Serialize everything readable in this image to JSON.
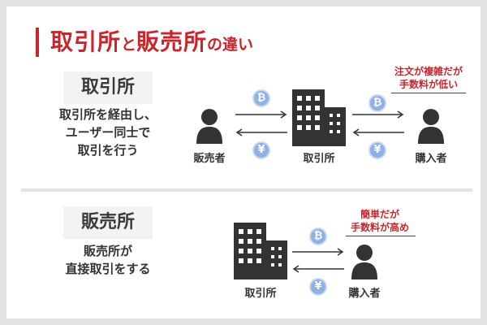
{
  "title": {
    "part1": "取引所",
    "part2": "と",
    "part3": "販売所",
    "part4": "の違い"
  },
  "exchange": {
    "label": "取引所",
    "desc": [
      "取引所を経由し、",
      "ユーザー同士で",
      "取引を行う"
    ],
    "seller_caption": "販売者",
    "exchange_caption": "取引所",
    "buyer_caption": "購入者",
    "note": [
      "注文が複雑だが",
      "手数料が低い"
    ]
  },
  "dealer": {
    "label": "販売所",
    "desc": [
      "販売所が",
      "直接取引をする"
    ],
    "dealer_caption": "取引所",
    "buyer_caption": "購入者",
    "note": [
      "簡単だが",
      "手数料が高め"
    ]
  },
  "symbols": {
    "bitcoin": "₿",
    "yen": "¥"
  },
  "icons": {
    "person": "person-icon",
    "building": "building-icon",
    "bitcoin": "bitcoin-coin-icon",
    "yen": "yen-coin-icon"
  },
  "colors": {
    "accent": "#c8252c",
    "coin": "#8fb0e3",
    "icon": "#333333",
    "label_bg": "#f3f3f3"
  }
}
